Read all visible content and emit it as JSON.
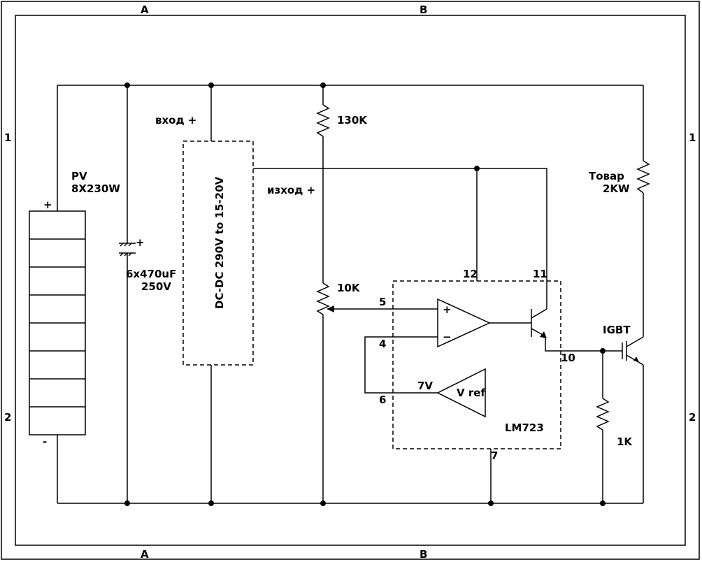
{
  "frame": {
    "col_top_a": "A",
    "col_top_b": "B",
    "col_bottom_a": "A",
    "col_bottom_b": "B",
    "row_left_1": "1",
    "row_left_2": "2",
    "row_right_1": "1",
    "row_right_2": "2"
  },
  "pv": {
    "name": "PV",
    "rating": "8X230W",
    "plus": "+",
    "minus": "-"
  },
  "capacitor": {
    "value": "6x470uF",
    "voltage": "250V",
    "polarity": "+"
  },
  "dcdc": {
    "label": "DC-DC 290V to 15-20V",
    "input": "вход +",
    "output": "изход +"
  },
  "resistors": {
    "r_top": "130K",
    "r_pot": "10K",
    "r_gate": "1K"
  },
  "load": {
    "name": "Товар",
    "power": "2KW"
  },
  "igbt": {
    "label": "IGBT"
  },
  "lm723": {
    "name": "LM723",
    "pin12": "12",
    "pin11": "11",
    "pin5": "5",
    "pin4": "4",
    "pin6": "6",
    "pin7": "7",
    "pin10": "10",
    "vref_value": "7V",
    "vref_label": "V ref",
    "opamp_plus": "+",
    "opamp_minus": "−"
  }
}
